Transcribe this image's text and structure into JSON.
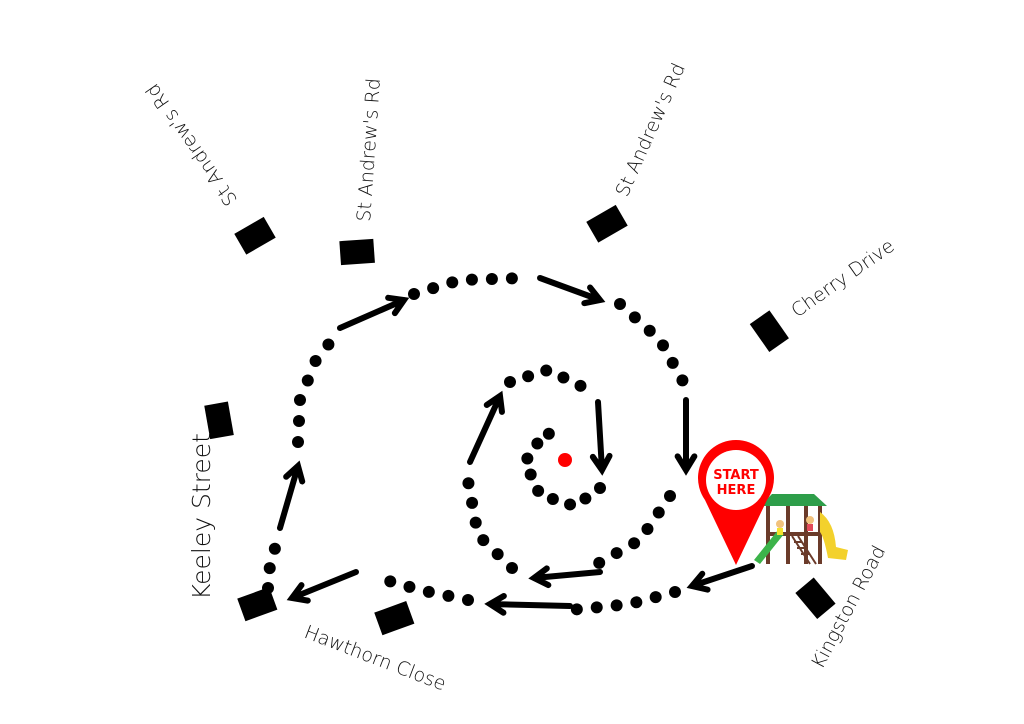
{
  "map": {
    "streets": [
      {
        "id": "st-andrews-1",
        "label": "St Andrew's Rd"
      },
      {
        "id": "st-andrews-2",
        "label": "St Andrew's Rd"
      },
      {
        "id": "st-andrews-3",
        "label": "St Andrew's Rd"
      },
      {
        "id": "cherry-drive",
        "label": "Cherry Drive"
      },
      {
        "id": "kingston-road",
        "label": "Kingston Road"
      },
      {
        "id": "keeley-street",
        "label": "Keeley Street"
      },
      {
        "id": "hawthorn-close",
        "label": "Hawthorn Close"
      }
    ],
    "start_marker": {
      "line1": "START",
      "line2": "HERE",
      "color": "#ff0000"
    },
    "end_dot_color": "#ff0000",
    "route_color": "#000000",
    "icons": [
      "entrance-icon",
      "map-pin-icon",
      "playground-icon"
    ]
  }
}
